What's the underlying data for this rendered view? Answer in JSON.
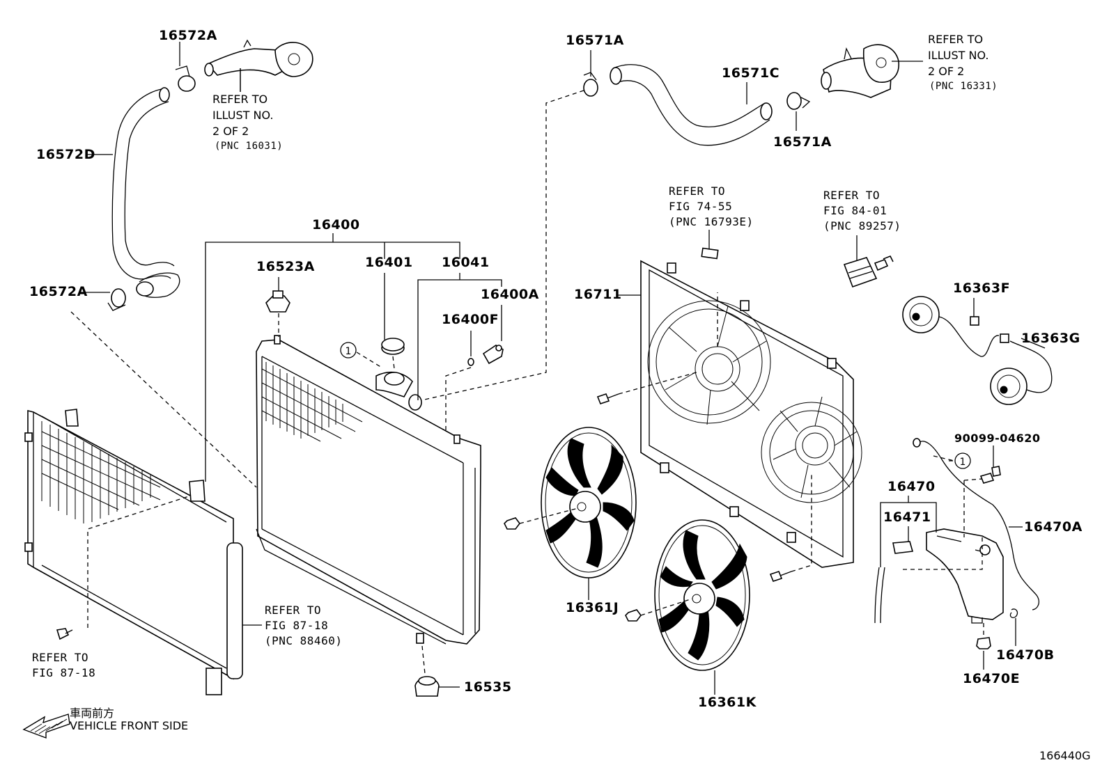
{
  "diagram": {
    "parts": {
      "p16572A_top": "16572A",
      "p16572D": "16572D",
      "p16572A_bot": "16572A",
      "p16571A_top": "16571A",
      "p16571C": "16571C",
      "p16571A_bot": "16571A",
      "p16400": "16400",
      "p16523A": "16523A",
      "p16401": "16401",
      "p16041": "16041",
      "p16400A": "16400A",
      "p16400F": "16400F",
      "p16711": "16711",
      "p16363F": "16363F",
      "p16363G": "16363G",
      "p90099": "90099-04620",
      "p16470": "16470",
      "p16471": "16471",
      "p16470A": "16470A",
      "p16470B": "16470B",
      "p16470E": "16470E",
      "p16361J": "16361J",
      "p16361K": "16361K",
      "p16535": "16535"
    },
    "refs": {
      "ref_illust_left": "REFER TO\nILLUST NO.\n2 OF 2",
      "ref_illust_left_pnc": "(PNC 16031)",
      "ref_illust_right": "REFER TO\nILLUST NO.\n2 OF 2",
      "ref_illust_right_pnc": "(PNC 16331)",
      "ref_fig7455": "REFER TO\nFIG 74-55\n(PNC 16793E)",
      "ref_fig8401": "REFER TO\nFIG 84-01\n(PNC 89257)",
      "ref_fig8718_mid": "REFER TO\nFIG 87-18\n(PNC 88460)",
      "ref_fig8718_left": "REFER TO\nFIG 87-18"
    },
    "callout_number": "1",
    "legend_jp": "車両前方",
    "legend_en": "VEHICLE FRONT SIDE",
    "figure_number": "166440G"
  }
}
